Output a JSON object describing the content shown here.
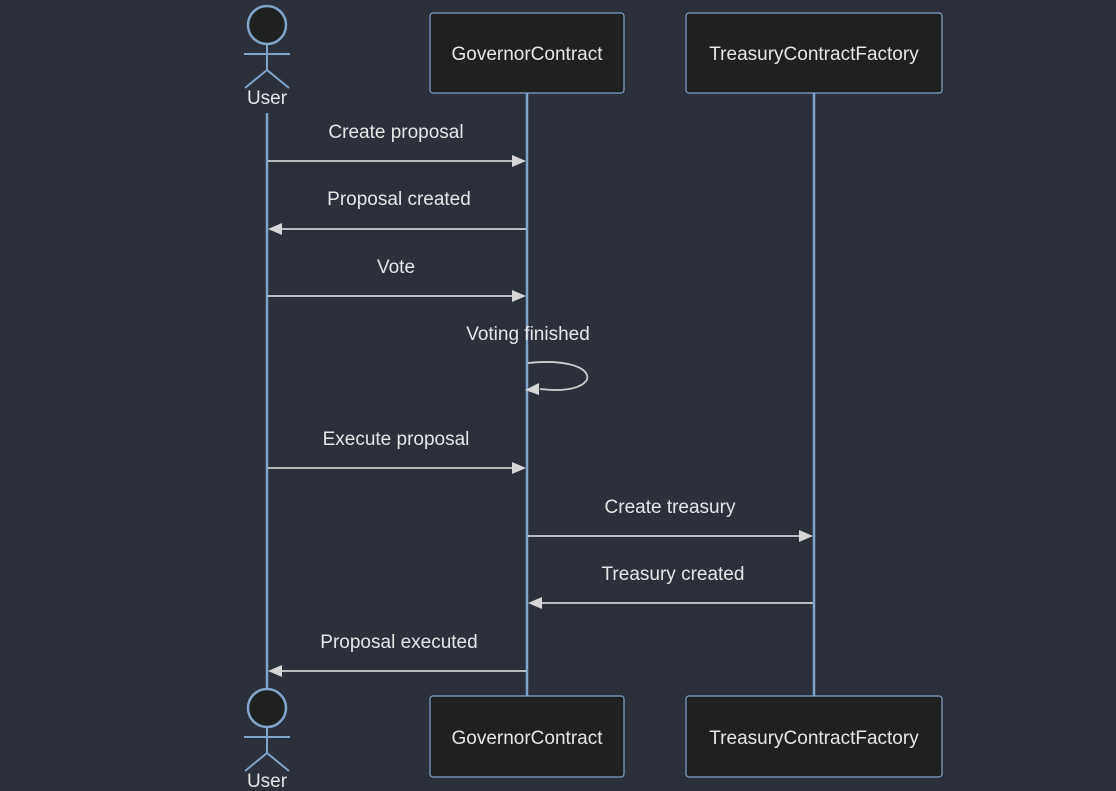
{
  "participants": {
    "user": "User",
    "governor": "GovernorContract",
    "factory": "TreasuryContractFactory"
  },
  "messages": [
    {
      "label": "Create proposal",
      "from": "user",
      "to": "governor"
    },
    {
      "label": "Proposal created",
      "from": "governor",
      "to": "user"
    },
    {
      "label": "Vote",
      "from": "user",
      "to": "governor"
    },
    {
      "label": "Voting finished",
      "from": "governor",
      "to": "governor"
    },
    {
      "label": "Execute proposal",
      "from": "user",
      "to": "governor"
    },
    {
      "label": "Create treasury",
      "from": "governor",
      "to": "factory"
    },
    {
      "label": "Treasury created",
      "from": "factory",
      "to": "governor"
    },
    {
      "label": "Proposal executed",
      "from": "governor",
      "to": "user"
    }
  ],
  "colors": {
    "background": "#2b303b",
    "box_fill": "#1f2020",
    "box_stroke": "#81a4c9",
    "lifeline": "#81a4c9",
    "message": "#cfcfcf",
    "text": "#e6e6e6"
  }
}
